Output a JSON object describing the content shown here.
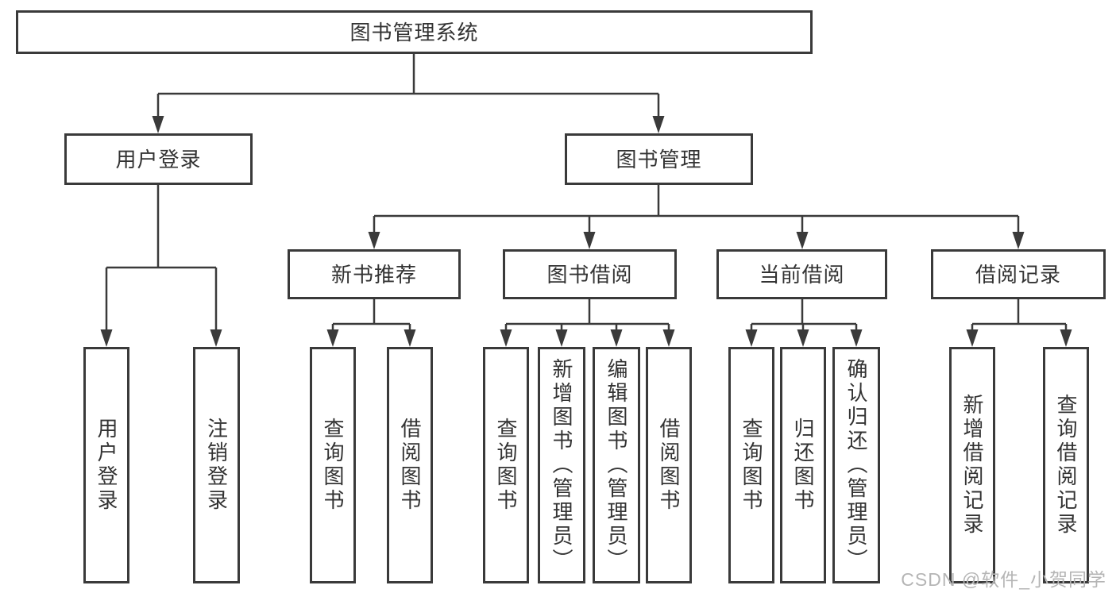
{
  "diagram_title": "图书管理系统",
  "tree": {
    "label": "图书管理系统",
    "children": [
      {
        "label": "用户登录",
        "children": [
          {
            "label": "用户登录"
          },
          {
            "label": "注销登录"
          }
        ]
      },
      {
        "label": "图书管理",
        "children": [
          {
            "label": "新书推荐",
            "children": [
              {
                "label": "查询图书"
              },
              {
                "label": "借阅图书"
              }
            ]
          },
          {
            "label": "图书借阅",
            "children": [
              {
                "label": "查询图书"
              },
              {
                "label": "新增图书（管理员）"
              },
              {
                "label": "编辑图书（管理员）"
              },
              {
                "label": "借阅图书"
              }
            ]
          },
          {
            "label": "当前借阅",
            "children": [
              {
                "label": "查询图书"
              },
              {
                "label": "归还图书"
              },
              {
                "label": "确认归还（管理员）"
              }
            ]
          },
          {
            "label": "借阅记录",
            "children": [
              {
                "label": "新增借阅记录"
              },
              {
                "label": "查询借阅记录"
              }
            ]
          }
        ]
      }
    ]
  },
  "watermark": "CSDN @软件_小贺同学",
  "colors": {
    "line": "#3a3a3a",
    "text": "#333333",
    "watermark": "#b5b5b5",
    "background": "#ffffff"
  }
}
